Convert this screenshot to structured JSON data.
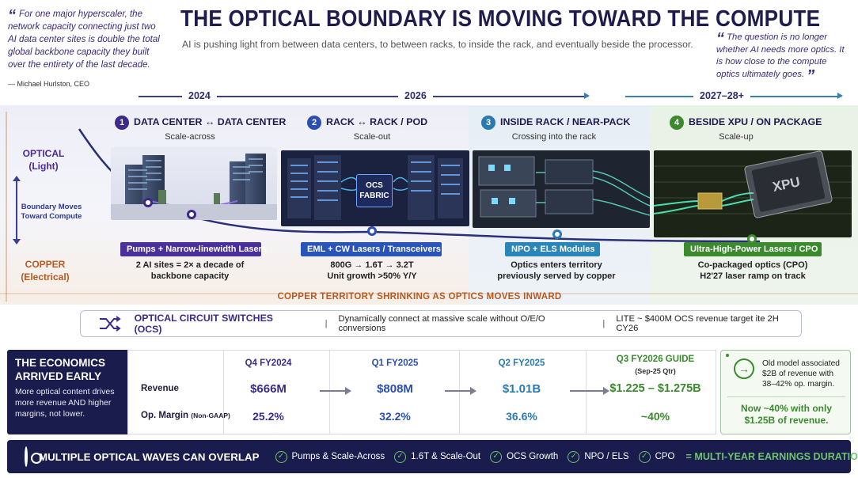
{
  "header": {
    "quote_left": "For one major hyperscaler, the network capacity connecting just two AI data center sites is double the total global backbone capacity they built over the entirety of the last decade.",
    "quote_left_attribution": "— Michael Hurlston, CEO",
    "title": "THE OPTICAL BOUNDARY IS MOVING TOWARD THE COMPUTE",
    "subtitle": "AI is pushing light from between data centers, to between racks, to inside the rack, and eventually beside the processor.",
    "quote_right": "The question is no longer whether AI needs more optics. It is how close to the compute optics ultimately goes."
  },
  "timeline": {
    "years": [
      "2024",
      "2026",
      "2027–28+"
    ]
  },
  "side_labels": {
    "optical": "OPTICAL",
    "optical_sub": "(Light)",
    "boundary": "Boundary Moves Toward Compute",
    "copper": "COPPER",
    "copper_sub": "(Electrical)"
  },
  "stages": [
    {
      "num": "1",
      "color": "#3b2a8a",
      "title": "DATA CENTER ↔ DATA CENTER",
      "sub": "Scale-across",
      "pill": "Pumps + Narrow-linewidth Lasers",
      "pill_color": "#4b2f9a",
      "desc1": "2 AI sites = 2× a decade of",
      "desc2": "backbone capacity"
    },
    {
      "num": "2",
      "color": "#2a4fb0",
      "title": "RACK ↔ RACK / POD",
      "sub": "Scale-out",
      "pill": "EML + CW Lasers / Transceivers",
      "pill_color": "#2a55b8",
      "desc1": "800G → 1.6T → 3.2T",
      "desc2": "Unit growth >50% Y/Y",
      "fabric_label1": "OCS",
      "fabric_label2": "FABRIC"
    },
    {
      "num": "3",
      "color": "#2a7ab0",
      "title": "INSIDE RACK / NEAR-PACK",
      "sub": "Crossing into the rack",
      "pill": "NPO + ELS Modules",
      "pill_color": "#2a86b8",
      "desc1": "Optics enters territory",
      "desc2": "previously served by copper"
    },
    {
      "num": "4",
      "color": "#3b8a2e",
      "title": "BESIDE XPU / ON PACKAGE",
      "sub": "Scale-up",
      "pill": "Ultra-High-Power Lasers / CPO",
      "pill_color": "#3b8a2e",
      "desc1": "Co-packaged optics (CPO)",
      "desc2": "H2'27 laser ramp on track",
      "chip_label": "XPU"
    }
  ],
  "territory_note": "COPPER TERRITORY SHRINKING AS OPTICS MOVES INWARD",
  "ocs": {
    "title": "OPTICAL CIRCUIT SWITCHES (OCS)",
    "sep": "|",
    "text1": "Dynamically connect at massive scale without O/E/O conversions",
    "text2": "LITE ~ $400M OCS revenue target ite 2H CY26"
  },
  "economics": {
    "heading": "THE ECONOMICS ARRIVED EARLY",
    "body": "More optical content drives more revenue AND higher margins, not lower.",
    "row_revenue": "Revenue",
    "row_margin": "Op. Margin",
    "row_margin_note": "(Non-GAAP)",
    "columns": [
      {
        "quarter": "Q4 FY2024",
        "note": "",
        "revenue": "$666M",
        "margin": "25.2%",
        "color": "#3b2a8a"
      },
      {
        "quarter": "Q1 FY2025",
        "note": "",
        "revenue": "$808M",
        "margin": "32.2%",
        "color": "#2a4fb0"
      },
      {
        "quarter": "Q2 FY2025",
        "note": "",
        "revenue": "$1.01B",
        "margin": "36.6%",
        "color": "#2a7ab0"
      },
      {
        "quarter": "Q3 FY2026 GUIDE",
        "note": "(Sep-25 Qtr)",
        "revenue": "$1.225 – $1.275B",
        "margin": "~40%",
        "color": "#3b8a2e"
      }
    ],
    "old_model": "Old model associated $2B of revenue with 38–42% op. margin.",
    "new_model": "Now ~40% with only $1.25B of revenue."
  },
  "footer": {
    "title": "MULTIPLE OPTICAL WAVES CAN OVERLAP",
    "items": [
      "Pumps & Scale-Across",
      "1.6T & Scale-Out",
      "OCS Growth",
      "NPO / ELS",
      "CPO"
    ],
    "conclusion": "= MULTI-YEAR EARNINGS DURATION"
  }
}
